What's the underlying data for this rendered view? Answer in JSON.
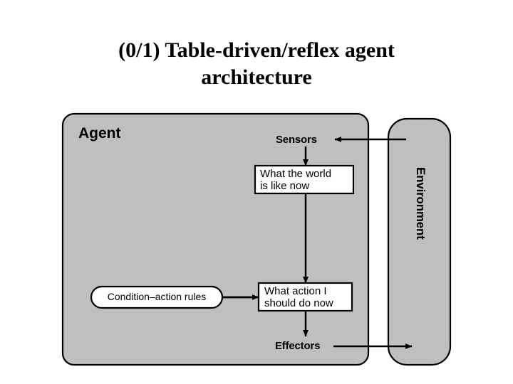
{
  "slide": {
    "title_line1": "(0/1) Table-driven/reflex agent",
    "title_line2": "architecture"
  },
  "diagram": {
    "type": "block-diagram",
    "agent_label": "Agent",
    "environment_label": "Environment",
    "sensors_label": "Sensors",
    "effectors_label": "Effectors",
    "world_box_line1": "What the world",
    "world_box_line2": "is like now",
    "action_box_line1": "What action I",
    "action_box_line2": "should do now",
    "rules_label": "Condition–action rules",
    "colors": {
      "panel_fill": "#bfbfbf",
      "panel_stroke": "#000000",
      "box_fill": "#ffffff",
      "box_stroke": "#000000",
      "background": "#ffffff",
      "text": "#000000"
    },
    "edges": [
      {
        "from": "environment",
        "to": "sensors",
        "direction": "left"
      },
      {
        "from": "sensors",
        "to": "world-box",
        "direction": "down"
      },
      {
        "from": "world-box",
        "to": "action-box",
        "direction": "down"
      },
      {
        "from": "rules",
        "to": "action-box",
        "direction": "right"
      },
      {
        "from": "action-box",
        "to": "effectors",
        "direction": "down"
      },
      {
        "from": "effectors",
        "to": "environment",
        "direction": "right"
      }
    ]
  }
}
